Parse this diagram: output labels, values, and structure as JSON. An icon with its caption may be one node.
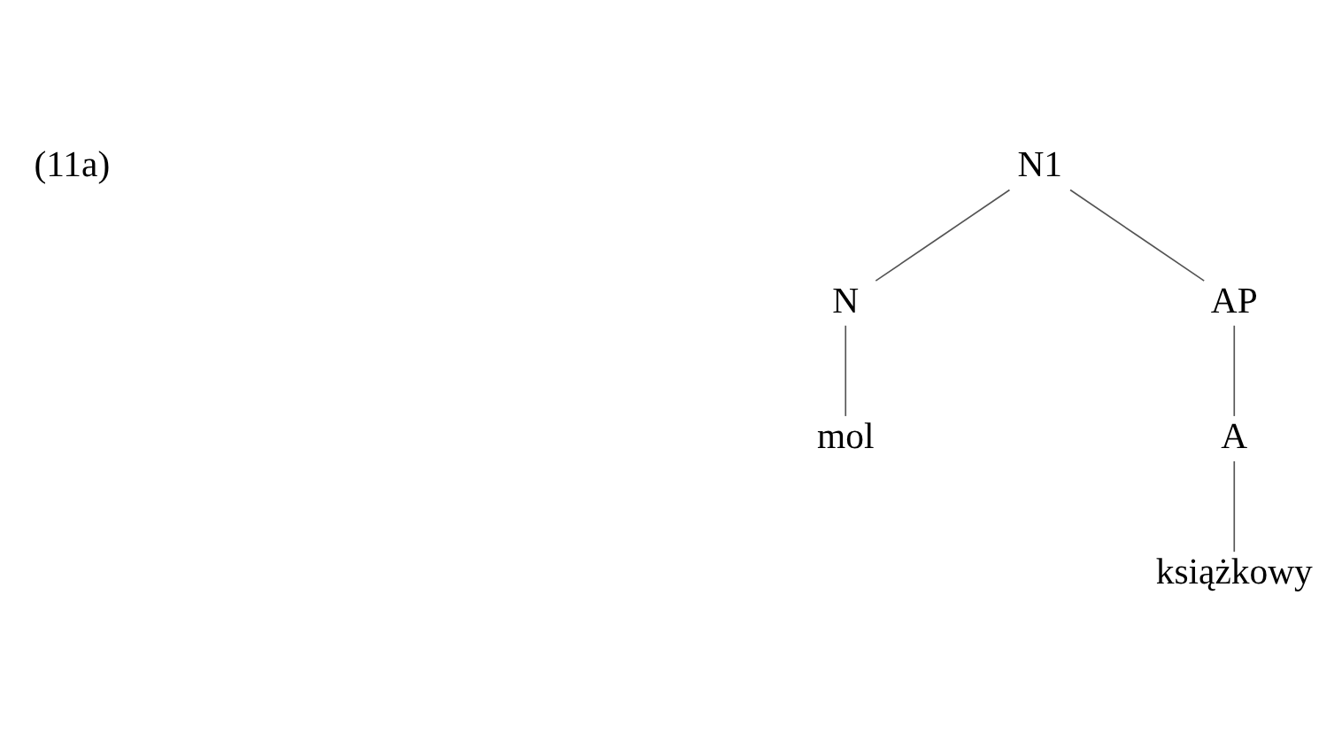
{
  "diagram": {
    "nodes": [
      {
        "text": [
          "N1"
        ]
      },
      {
        "text": [
          "N"
        ]
      },
      {
        "text": [
          "AP"
        ]
      },
      {
        "text": [
          "mol"
        ]
      },
      {
        "text": [
          "A"
        ]
      },
      {
        "text": [
          "książkowy"
        ]
      }
    ],
    "edges": [
      {
        "from": 0,
        "to": 1,
        "arrow": "none"
      },
      {
        "from": 0,
        "to": 2,
        "arrow": "none"
      },
      {
        "from": 1,
        "to": 3,
        "arrow": "none"
      },
      {
        "from": 2,
        "to": 4,
        "arrow": "none"
      },
      {
        "from": 4,
        "to": 5,
        "arrow": "none"
      }
    ],
    "labels": [
      "(11a)"
    ]
  }
}
